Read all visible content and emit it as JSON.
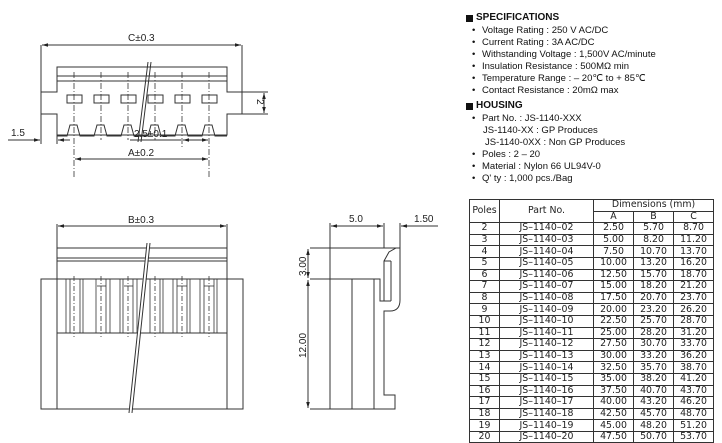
{
  "drawing": {
    "top_view": {
      "dim_c": "C±0.3",
      "dim_a": "A±0.2",
      "dim_pitch": "2.5±0.1",
      "dim_edge": "1.5",
      "dim_height": "2"
    },
    "front_view": {
      "dim_b": "B±0.3"
    },
    "side_view": {
      "dim_width": "5.0",
      "dim_lip": "1.50",
      "dim_top": "3.00",
      "dim_body": "12.00"
    }
  },
  "specifications": {
    "title": "SPECIFICATIONS",
    "items": [
      "Voltage Rating : 250 V AC/DC",
      "Current Rating : 3A  AC/DC",
      "Withstanding Voltage : 1,500V AC/minute",
      "Insulation Resistance : 500MΩ min",
      "Temperature Range : – 20℃ to + 85℃",
      "Contact Resistance : 20mΩ max"
    ]
  },
  "housing": {
    "title": "HOUSING",
    "part_no": "Part No. : JS-1140-XXX",
    "part_gp": "JS-1140-XX : GP Produces",
    "part_non_gp": "JS-1140-0XX : Non GP Produces",
    "poles": "Poles : 2  –  20",
    "material": "Material : Nylon 66 UL94V-0",
    "qty": "Q' ty : 1,000  pcs./Bag"
  },
  "table": {
    "headers": {
      "poles": "Poles",
      "part_no": "Part No.",
      "dimensions": "Dimensions  (mm)",
      "a": "A",
      "b": "B",
      "c": "C"
    },
    "rows": [
      [
        "2",
        "JS–1140–02",
        "2.50",
        "5.70",
        "8.70"
      ],
      [
        "3",
        "JS–1140–03",
        "5.00",
        "8.20",
        "11.20"
      ],
      [
        "4",
        "JS–1140–04",
        "7.50",
        "10.70",
        "13.70"
      ],
      [
        "5",
        "JS–1140–05",
        "10.00",
        "13.20",
        "16.20"
      ],
      [
        "6",
        "JS–1140–06",
        "12.50",
        "15.70",
        "18.70"
      ],
      [
        "7",
        "JS–1140–07",
        "15.00",
        "18.20",
        "21.20"
      ],
      [
        "8",
        "JS–1140–08",
        "17.50",
        "20.70",
        "23.70"
      ],
      [
        "9",
        "JS–1140–09",
        "20.00",
        "23.20",
        "26.20"
      ],
      [
        "10",
        "JS–1140–10",
        "22.50",
        "25.70",
        "28.70"
      ],
      [
        "11",
        "JS–1140–11",
        "25.00",
        "28.20",
        "31.20"
      ],
      [
        "12",
        "JS–1140–12",
        "27.50",
        "30.70",
        "33.70"
      ],
      [
        "13",
        "JS–1140–13",
        "30.00",
        "33.20",
        "36.20"
      ],
      [
        "14",
        "JS–1140–14",
        "32.50",
        "35.70",
        "38.70"
      ],
      [
        "15",
        "JS–1140–15",
        "35.00",
        "38.20",
        "41.20"
      ],
      [
        "16",
        "JS–1140–16",
        "37.50",
        "40.70",
        "43.70"
      ],
      [
        "17",
        "JS–1140–17",
        "40.00",
        "43.20",
        "46.20"
      ],
      [
        "18",
        "JS–1140–18",
        "42.50",
        "45.70",
        "48.70"
      ],
      [
        "19",
        "JS–1140–19",
        "45.00",
        "48.20",
        "51.20"
      ],
      [
        "20",
        "JS–1140–20",
        "47.50",
        "50.70",
        "53.70"
      ]
    ]
  }
}
